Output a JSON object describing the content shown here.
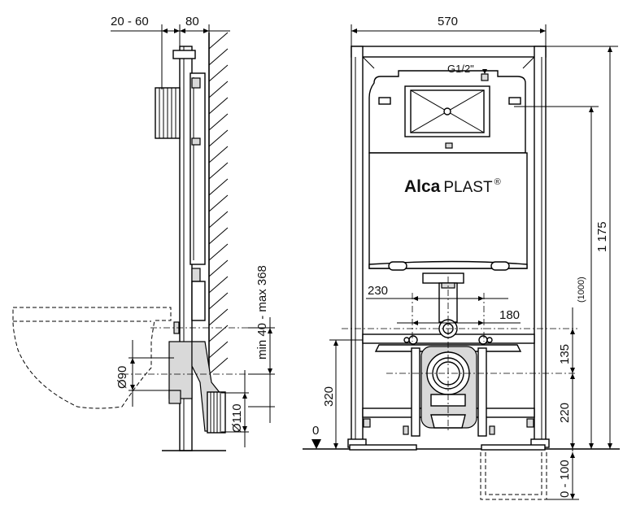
{
  "brand": {
    "name_bold": "Alca",
    "name_regular": "PLAST",
    "mark": "®"
  },
  "side_view": {
    "dim_offset": "20 - 60",
    "dim_depth": "80",
    "dim_height_range": "min 40 - max 368",
    "dim_outlet_diameter": "Ø90",
    "dim_drain_diameter": "Ø110"
  },
  "front_view": {
    "dim_width": "570",
    "dim_connection": "G1/2\"",
    "dim_bolt_spacing": "230",
    "dim_axis_spacing": "180",
    "dim_floor_to_axis": "320",
    "dim_axis_upper": "135",
    "dim_axis_lower": "220",
    "dim_total_height": "1 175",
    "dim_inner_height": "(1000)",
    "dim_floor_zero": "0",
    "dim_leg_adjust": "0 - 100"
  }
}
